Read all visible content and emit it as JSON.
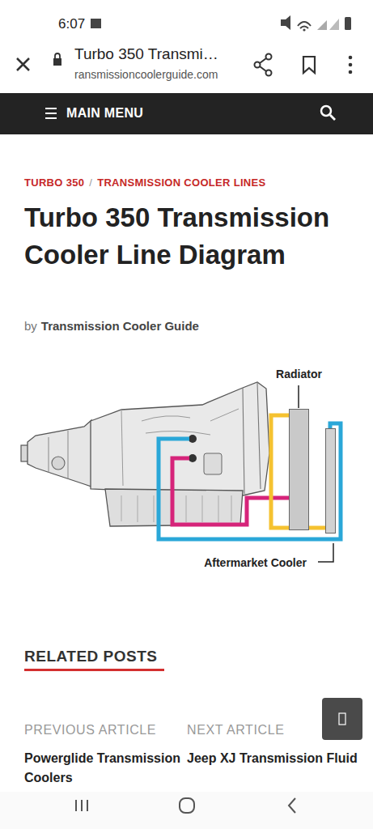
{
  "diagram": {
    "title": "Turbo 350 Transmission Cooler Line Diagram",
    "nodes": [
      {
        "text": [
          "Radiator"
        ]
      },
      {
        "text": [
          "Aftermarket Cooler"
        ]
      }
    ],
    "edges": [
      {
        "from": 0,
        "to": 1,
        "arrow": "none"
      }
    ],
    "labels": [
      "6:07",
      "Turbo 350 Transmi…",
      "ransmissioncoolerguide.com",
      "MAIN MENU",
      "TURBO 350",
      "/",
      "TRANSMISSION COOLER LINES",
      "by",
      "Transmission Cooler Guide",
      "RELATED POSTS",
      "PREVIOUS ARTICLE",
      "NEXT ARTICLE",
      "Powerglide Transmission Coolers",
      "Jeep XJ Transmission Fluid"
    ]
  }
}
